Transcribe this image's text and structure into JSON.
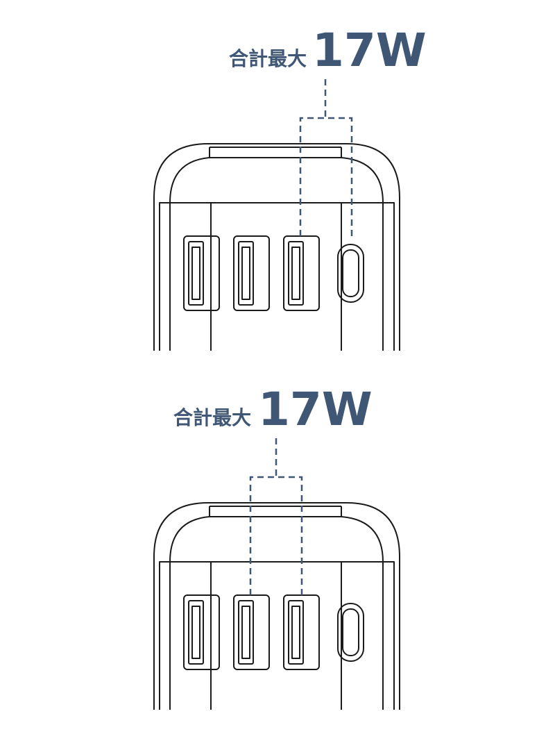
{
  "colors": {
    "label": "#3f5775",
    "outline": "#1a1a1a",
    "background": "#ffffff"
  },
  "panels": [
    {
      "label": {
        "prefix": "合計最大",
        "value": "17W"
      },
      "grouped_ports": [
        "usb-a-3",
        "usb-c"
      ]
    },
    {
      "label": {
        "prefix": "合計最大",
        "value": "17W"
      },
      "grouped_ports": [
        "usb-a-2",
        "usb-a-3"
      ]
    }
  ]
}
